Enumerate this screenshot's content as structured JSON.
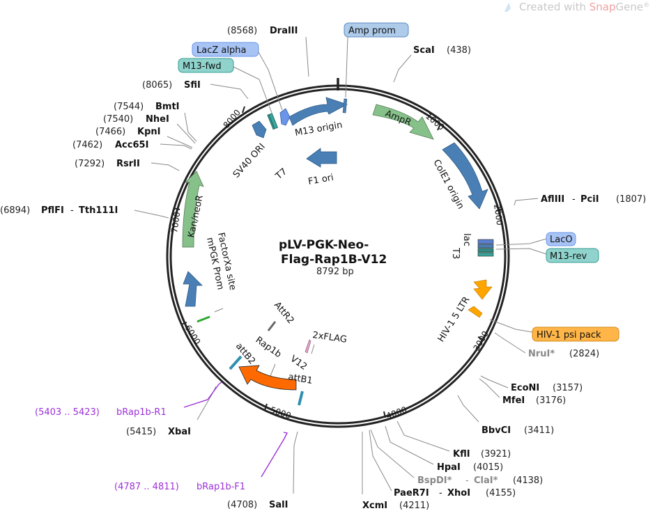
{
  "watermark": {
    "prefix": "Created with ",
    "brand1": "Snap",
    "brand2": "Gene",
    "reg": "®"
  },
  "plasmid": {
    "name_line1": "pLV-PGK-Neo-",
    "name_line2": "Flag-Rap1B-V12",
    "length": "8792 bp",
    "length_bp": 8792
  },
  "colors": {
    "backbone": "#222222",
    "blue_feature": "#4a7fb5",
    "green_feature": "#86c18a",
    "orange_feature": "#ff6a00",
    "amber_feature": "#ffa500",
    "lacz_box": "#a8c4f5",
    "teal_box": "#8fd3cc",
    "promoter_box": "#aecbea",
    "psi_box": "#ffb547",
    "primer": "#9b30d9"
  },
  "ticks": [
    "1000",
    "2000",
    "3000",
    "4000",
    "5000",
    "6000",
    "7000",
    "8000"
  ],
  "features": [
    {
      "label": "M13 origin"
    },
    {
      "label": "AmpR"
    },
    {
      "label": "ColE1 origin"
    },
    {
      "label": "F1 ori"
    },
    {
      "label": "SV40 ORI"
    },
    {
      "label": "T7"
    },
    {
      "label": "lac"
    },
    {
      "label": "T3"
    },
    {
      "label": "HIV-1 5 LTR"
    },
    {
      "label": "Kan/neoR"
    },
    {
      "label": "FactorXa site"
    },
    {
      "label": "mPGK Prom"
    },
    {
      "label": "AttR2"
    },
    {
      "label": "2xFLAG"
    },
    {
      "label": "Rap1b"
    },
    {
      "label": "V12"
    },
    {
      "label": "attB2"
    },
    {
      "label": "attB1"
    }
  ],
  "boxed_features": [
    {
      "label": "Amp prom"
    },
    {
      "label": "LacZ alpha"
    },
    {
      "label": "M13-fwd"
    },
    {
      "label": "LacO"
    },
    {
      "label": "M13-rev"
    },
    {
      "label": "HIV-1 psi pack"
    }
  ],
  "sites": [
    {
      "name": "DraIII",
      "pos": "(8568)"
    },
    {
      "name": "ScaI",
      "pos": "(438)"
    },
    {
      "name": "SfiI",
      "pos": "(8065)"
    },
    {
      "name": "BmtI",
      "pos": "(7544)"
    },
    {
      "name": "NheI",
      "pos": "(7540)"
    },
    {
      "name": "KpnI",
      "pos": "(7466)"
    },
    {
      "name": "Acc65I",
      "pos": "(7462)"
    },
    {
      "name": "RsrII",
      "pos": "(7292)"
    },
    {
      "name": "PflFI",
      "name2": "Tth111I",
      "pos": "(6894)"
    },
    {
      "name": "AflIII",
      "name2": "PciI",
      "pos": "(1807)"
    },
    {
      "name": "NruI*",
      "pos": "(2824)"
    },
    {
      "name": "EcoNI",
      "pos": "(3157)"
    },
    {
      "name": "MfeI",
      "pos": "(3176)"
    },
    {
      "name": "BbvCI",
      "pos": "(3411)"
    },
    {
      "name": "KflI",
      "pos": "(3921)"
    },
    {
      "name": "HpaI",
      "pos": "(4015)"
    },
    {
      "name": "BspDI*",
      "name2": "ClaI*",
      "pos": "(4138)"
    },
    {
      "name": "PaeR7I",
      "name2": "XhoI",
      "pos": "(4155)"
    },
    {
      "name": "XcmI",
      "pos": "(4211)"
    },
    {
      "name": "SalI",
      "pos": "(4708)"
    },
    {
      "name": "XbaI",
      "pos": "(5415)"
    }
  ],
  "primers": [
    {
      "range": "(5403 .. 5423)",
      "name": "bRap1b-R1"
    },
    {
      "range": "(4787 .. 4811)",
      "name": "bRap1b-F1"
    }
  ],
  "dash": "-"
}
